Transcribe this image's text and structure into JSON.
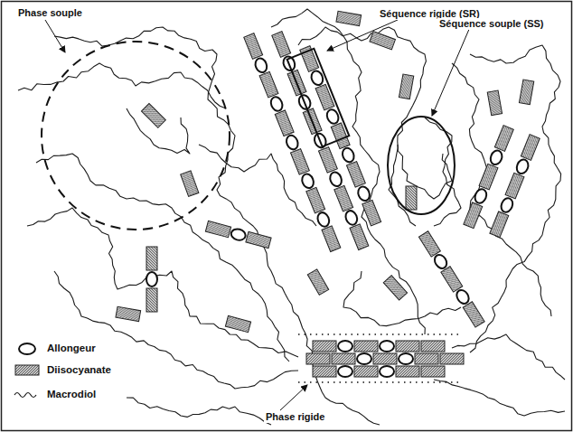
{
  "diagram": {
    "labels": [
      "Phase souple",
      "Séquence rigide (SR)",
      "Séquence souple (SS)",
      "Phase rigide"
    ],
    "legend": [
      {
        "text": "Allongeur"
      },
      {
        "text": "Diisocyanate"
      },
      {
        "text": "Macrodiol"
      }
    ]
  }
}
